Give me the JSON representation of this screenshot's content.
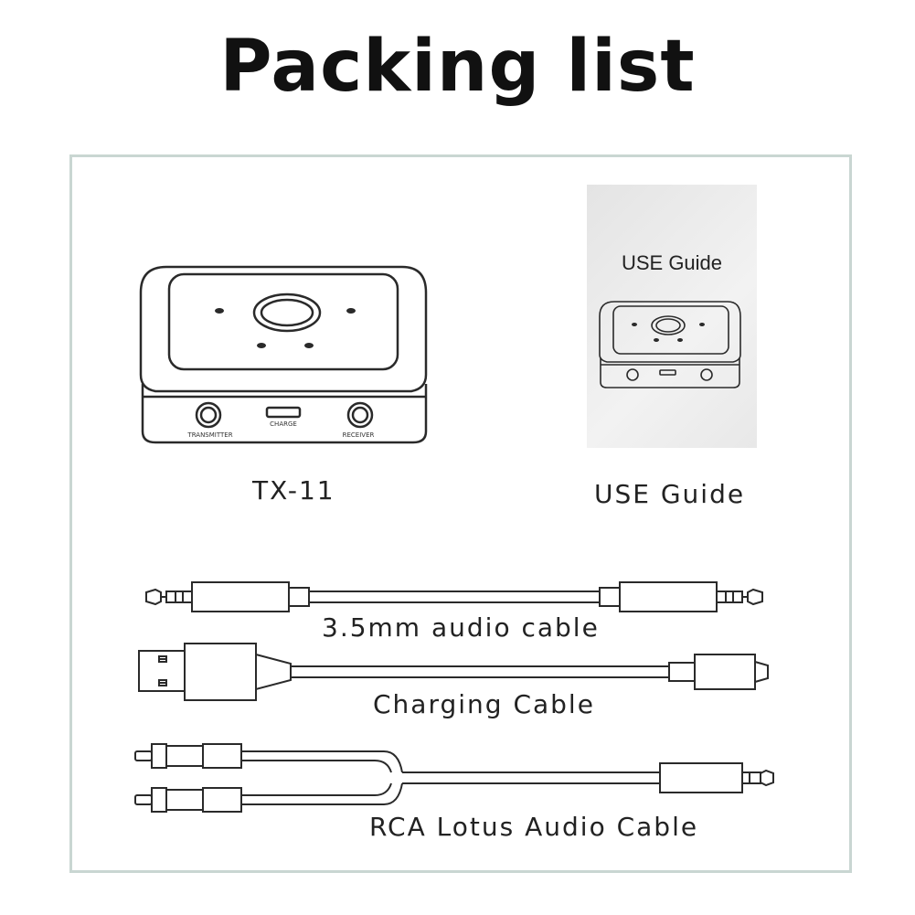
{
  "title": "Packing list",
  "items": {
    "device": {
      "label": "TX-11",
      "port_labels": {
        "left": "TRANSMITTER",
        "center": "CHARGE",
        "right": "RECEIVER"
      }
    },
    "guide": {
      "label": "USE Guide",
      "cover_title": "USE Guide"
    },
    "audio_cable": {
      "label": "3.5mm audio cable"
    },
    "charging_cable": {
      "label": "Charging Cable"
    },
    "rca_cable": {
      "label": "RCA Lotus Audio Cable"
    }
  },
  "colors": {
    "frame_border": "#c9d6d2",
    "line": "#2a2a2a",
    "booklet": "#ececec"
  }
}
